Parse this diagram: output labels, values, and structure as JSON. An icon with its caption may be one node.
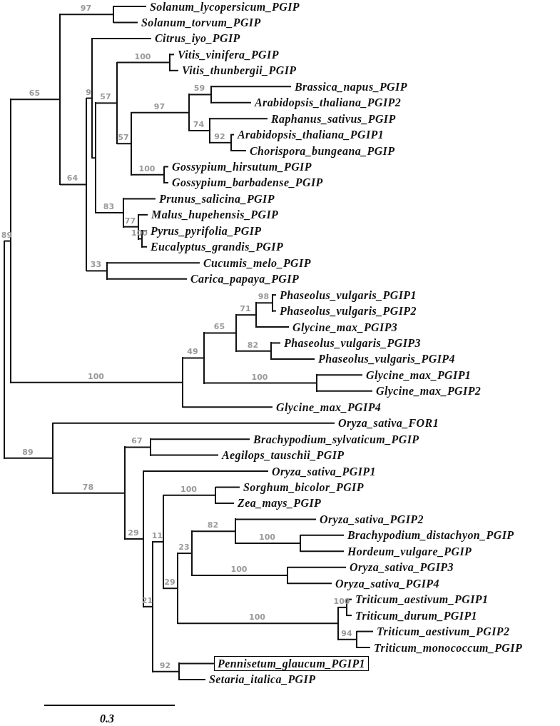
{
  "diagram": {
    "nodes": [
      {
        "text": [
          "Solanum_lycopersicum_PGIP"
        ]
      },
      {
        "text": [
          "Solanum_torvum_PGIP"
        ]
      },
      {
        "text": [
          "Citrus_iyo_PGIP"
        ]
      },
      {
        "text": [
          "Vitis_vinifera_PGIP"
        ]
      },
      {
        "text": [
          "Vitis_thunbergii_PGIP"
        ]
      },
      {
        "text": [
          "Brassica_napus_PGIP"
        ]
      },
      {
        "text": [
          "Arabidopsis_thaliana_PGIP2"
        ]
      },
      {
        "text": [
          "Raphanus_sativus_PGIP"
        ]
      },
      {
        "text": [
          "Arabidopsis_thaliana_PGIP1"
        ]
      },
      {
        "text": [
          "Chorispora_bungeana_PGIP"
        ]
      },
      {
        "text": [
          "Gossypium_hirsutum_PGIP"
        ]
      },
      {
        "text": [
          "Gossypium_barbadense_PGIP"
        ]
      },
      {
        "text": [
          "Prunus_salicina_PGIP"
        ]
      },
      {
        "text": [
          "Malus_hupehensis_PGIP"
        ]
      },
      {
        "text": [
          "Pyrus_pyrifolia_PGIP"
        ]
      },
      {
        "text": [
          "Eucalyptus_grandis_PGIP"
        ]
      },
      {
        "text": [
          "Cucumis_melo_PGIP"
        ]
      },
      {
        "text": [
          "Carica_papaya_PGIP"
        ]
      },
      {
        "text": [
          "Phaseolus_vulgaris_PGIP1"
        ]
      },
      {
        "text": [
          "Phaseolus_vulgaris_PGIP2"
        ]
      },
      {
        "text": [
          "Glycine_max_PGIP3"
        ]
      },
      {
        "text": [
          "Phaseolus_vulgaris_PGIP3"
        ]
      },
      {
        "text": [
          "Phaseolus_vulgaris_PGIP4"
        ]
      },
      {
        "text": [
          "Glycine_max_PGIP1"
        ]
      },
      {
        "text": [
          "Glycine_max_PGIP2"
        ]
      },
      {
        "text": [
          "Glycine_max_PGIP4"
        ]
      },
      {
        "text": [
          "Oryza_sativa_FOR1"
        ]
      },
      {
        "text": [
          "Brachypodium_sylvaticum_PGIP"
        ]
      },
      {
        "text": [
          "Aegilops_tauschii_PGIP"
        ]
      },
      {
        "text": [
          "Oryza_sativa_PGIP1"
        ]
      },
      {
        "text": [
          "Sorghum_bicolor_PGIP"
        ]
      },
      {
        "text": [
          "Zea_mays_PGIP"
        ]
      },
      {
        "text": [
          "Oryza_sativa_PGIP2"
        ]
      },
      {
        "text": [
          "Brachypodium_distachyon_PGIP"
        ]
      },
      {
        "text": [
          "Hordeum_vulgare_PGIP"
        ]
      },
      {
        "text": [
          "Oryza_sativa_PGIP3"
        ]
      },
      {
        "text": [
          "Oryza_sativa_PGIP4"
        ]
      },
      {
        "text": [
          "Triticum_aestivum_PGIP1"
        ]
      },
      {
        "text": [
          "Triticum_durum_PGIP1"
        ]
      },
      {
        "text": [
          "Triticum_aestivum_PGIP2"
        ]
      },
      {
        "text": [
          "Triticum_monococcum_PGIP"
        ]
      },
      {
        "text": [
          "Pennisetum_glaucum_PGIP1"
        ]
      },
      {
        "text": [
          "Setaria_italica_PGIP"
        ]
      },
      {
        "text": [],
        "shape": "bar"
      },
      {
        "text": [],
        "shape": "bar"
      },
      {
        "text": [],
        "shape": "bar"
      },
      {
        "text": [],
        "shape": "bar"
      },
      {
        "text": [],
        "shape": "bar"
      },
      {
        "text": [],
        "shape": "bar"
      },
      {
        "text": [],
        "shape": "bar"
      },
      {
        "text": [],
        "shape": "bar"
      },
      {
        "text": [],
        "shape": "bar"
      },
      {
        "text": [],
        "shape": "bar"
      },
      {
        "text": [],
        "shape": "bar"
      },
      {
        "text": [],
        "shape": "bar"
      },
      {
        "text": [],
        "shape": "bar"
      },
      {
        "text": [],
        "shape": "bar"
      },
      {
        "text": [],
        "shape": "bar"
      },
      {
        "text": [],
        "shape": "bar"
      },
      {
        "text": [],
        "shape": "bar"
      },
      {
        "text": [],
        "shape": "bar"
      },
      {
        "text": [],
        "shape": "bar"
      },
      {
        "text": [],
        "shape": "bar"
      },
      {
        "text": [],
        "shape": "bar"
      },
      {
        "text": [],
        "shape": "bar"
      },
      {
        "text": [],
        "shape": "bar"
      },
      {
        "text": [],
        "shape": "bar"
      },
      {
        "text": [],
        "shape": "bar"
      },
      {
        "text": [],
        "shape": "bar"
      },
      {
        "text": [],
        "shape": "bar"
      },
      {
        "text": [],
        "shape": "bar"
      },
      {
        "text": [],
        "shape": "bar"
      },
      {
        "text": [],
        "shape": "bar"
      },
      {
        "text": [],
        "shape": "bar"
      },
      {
        "text": [],
        "shape": "bar"
      },
      {
        "text": [],
        "shape": "bar"
      },
      {
        "text": [],
        "shape": "bar"
      },
      {
        "text": [],
        "shape": "bar"
      },
      {
        "text": [],
        "shape": "bar"
      },
      {
        "text": [],
        "shape": "bar"
      },
      {
        "text": [],
        "shape": "bar"
      },
      {
        "text": [],
        "shape": "bar"
      },
      {
        "text": [],
        "shape": "bar"
      },
      {
        "text": [],
        "shape": "bar"
      },
      {
        "text": [],
        "shape": "bar"
      }
    ],
    "edges": [
      {
        "from": 43,
        "to": 44,
        "arrow": "none",
        "label": "89"
      },
      {
        "from": 43,
        "to": 69,
        "arrow": "none",
        "label": "89"
      },
      {
        "from": 44,
        "to": 45,
        "arrow": "none",
        "label": "65"
      },
      {
        "from": 44,
        "to": 62,
        "arrow": "none",
        "label": "100"
      },
      {
        "from": 45,
        "to": 46,
        "arrow": "none",
        "label": "97"
      },
      {
        "from": 45,
        "to": 47,
        "arrow": "none",
        "label": "64"
      },
      {
        "from": 46,
        "to": 0,
        "arrow": "none"
      },
      {
        "from": 46,
        "to": 1,
        "arrow": "none"
      },
      {
        "from": 47,
        "to": 48,
        "arrow": "none",
        "label": "9"
      },
      {
        "from": 47,
        "to": 61,
        "arrow": "none",
        "label": "33"
      },
      {
        "from": 48,
        "to": 2,
        "arrow": "none"
      },
      {
        "from": 48,
        "to": 49,
        "arrow": "none"
      },
      {
        "from": 49,
        "to": 50,
        "arrow": "none",
        "label": "57"
      },
      {
        "from": 49,
        "to": 58,
        "arrow": "none",
        "label": "83"
      },
      {
        "from": 50,
        "to": 51,
        "arrow": "none",
        "label": "100"
      },
      {
        "from": 50,
        "to": 52,
        "arrow": "none",
        "label": "57"
      },
      {
        "from": 51,
        "to": 3,
        "arrow": "none"
      },
      {
        "from": 51,
        "to": 4,
        "arrow": "none"
      },
      {
        "from": 52,
        "to": 53,
        "arrow": "none",
        "label": "97"
      },
      {
        "from": 52,
        "to": 57,
        "arrow": "none",
        "label": "100"
      },
      {
        "from": 53,
        "to": 54,
        "arrow": "none",
        "label": "59"
      },
      {
        "from": 53,
        "to": 55,
        "arrow": "none",
        "label": "74"
      },
      {
        "from": 54,
        "to": 5,
        "arrow": "none"
      },
      {
        "from": 54,
        "to": 6,
        "arrow": "none"
      },
      {
        "from": 55,
        "to": 7,
        "arrow": "none"
      },
      {
        "from": 55,
        "to": 56,
        "arrow": "none",
        "label": "92"
      },
      {
        "from": 56,
        "to": 8,
        "arrow": "none"
      },
      {
        "from": 56,
        "to": 9,
        "arrow": "none"
      },
      {
        "from": 57,
        "to": 10,
        "arrow": "none"
      },
      {
        "from": 57,
        "to": 11,
        "arrow": "none"
      },
      {
        "from": 58,
        "to": 12,
        "arrow": "none"
      },
      {
        "from": 58,
        "to": 59,
        "arrow": "none",
        "label": "77"
      },
      {
        "from": 59,
        "to": 13,
        "arrow": "none"
      },
      {
        "from": 59,
        "to": 60,
        "arrow": "none",
        "label": "100"
      },
      {
        "from": 60,
        "to": 14,
        "arrow": "none"
      },
      {
        "from": 60,
        "to": 15,
        "arrow": "none"
      },
      {
        "from": 61,
        "to": 16,
        "arrow": "none"
      },
      {
        "from": 61,
        "to": 17,
        "arrow": "none"
      },
      {
        "from": 62,
        "to": 63,
        "arrow": "none",
        "label": "49"
      },
      {
        "from": 62,
        "to": 25,
        "arrow": "none"
      },
      {
        "from": 63,
        "to": 64,
        "arrow": "none",
        "label": "65"
      },
      {
        "from": 63,
        "to": 68,
        "arrow": "none",
        "label": "100"
      },
      {
        "from": 64,
        "to": 65,
        "arrow": "none",
        "label": "71"
      },
      {
        "from": 64,
        "to": 67,
        "arrow": "none",
        "label": "82"
      },
      {
        "from": 65,
        "to": 66,
        "arrow": "none",
        "label": "98"
      },
      {
        "from": 65,
        "to": 20,
        "arrow": "none"
      },
      {
        "from": 66,
        "to": 18,
        "arrow": "none"
      },
      {
        "from": 66,
        "to": 19,
        "arrow": "none"
      },
      {
        "from": 67,
        "to": 21,
        "arrow": "none"
      },
      {
        "from": 67,
        "to": 22,
        "arrow": "none"
      },
      {
        "from": 68,
        "to": 23,
        "arrow": "none"
      },
      {
        "from": 68,
        "to": 24,
        "arrow": "none"
      },
      {
        "from": 69,
        "to": 26,
        "arrow": "none"
      },
      {
        "from": 69,
        "to": 70,
        "arrow": "none",
        "label": "78"
      },
      {
        "from": 70,
        "to": 71,
        "arrow": "none",
        "label": "67"
      },
      {
        "from": 70,
        "to": 72,
        "arrow": "none",
        "label": "29"
      },
      {
        "from": 71,
        "to": 27,
        "arrow": "none"
      },
      {
        "from": 71,
        "to": 28,
        "arrow": "none"
      },
      {
        "from": 72,
        "to": 29,
        "arrow": "none"
      },
      {
        "from": 72,
        "to": 73,
        "arrow": "none",
        "label": "21"
      },
      {
        "from": 73,
        "to": 74,
        "arrow": "none",
        "label": "11"
      },
      {
        "from": 73,
        "to": 84,
        "arrow": "none",
        "label": "92"
      },
      {
        "from": 74,
        "to": 75,
        "arrow": "none",
        "label": "100"
      },
      {
        "from": 74,
        "to": 76,
        "arrow": "none",
        "label": "29"
      },
      {
        "from": 75,
        "to": 30,
        "arrow": "none"
      },
      {
        "from": 75,
        "to": 31,
        "arrow": "none"
      },
      {
        "from": 76,
        "to": 77,
        "arrow": "none",
        "label": "23"
      },
      {
        "from": 76,
        "to": 81,
        "arrow": "none",
        "label": "100"
      },
      {
        "from": 77,
        "to": 78,
        "arrow": "none",
        "label": "82"
      },
      {
        "from": 77,
        "to": 80,
        "arrow": "none",
        "label": "100"
      },
      {
        "from": 78,
        "to": 32,
        "arrow": "none"
      },
      {
        "from": 78,
        "to": 79,
        "arrow": "none",
        "label": "100"
      },
      {
        "from": 79,
        "to": 33,
        "arrow": "none"
      },
      {
        "from": 79,
        "to": 34,
        "arrow": "none"
      },
      {
        "from": 80,
        "to": 35,
        "arrow": "none"
      },
      {
        "from": 80,
        "to": 36,
        "arrow": "none"
      },
      {
        "from": 81,
        "to": 82,
        "arrow": "none",
        "label": "100"
      },
      {
        "from": 81,
        "to": 83,
        "arrow": "none",
        "label": "94"
      },
      {
        "from": 82,
        "to": 37,
        "arrow": "none"
      },
      {
        "from": 82,
        "to": 38,
        "arrow": "none"
      },
      {
        "from": 83,
        "to": 39,
        "arrow": "none"
      },
      {
        "from": 83,
        "to": 40,
        "arrow": "none"
      },
      {
        "from": 84,
        "to": 41,
        "arrow": "none"
      },
      {
        "from": 84,
        "to": 42,
        "arrow": "none"
      }
    ],
    "labels": [
      "0.3"
    ]
  }
}
